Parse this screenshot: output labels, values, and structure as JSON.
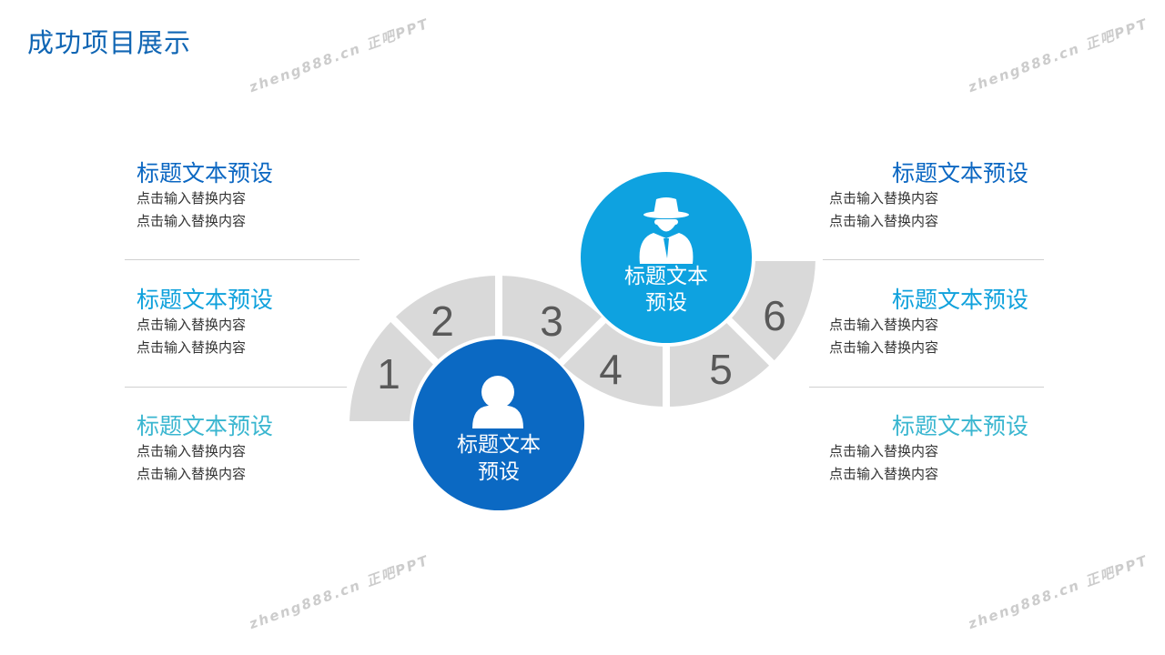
{
  "title": "成功项目展示",
  "colors": {
    "title": "#1066b4",
    "row1": "#0b67c2",
    "row2": "#0fa1dc",
    "row3": "#3ab6d0",
    "circle_lower": "#0b69c3",
    "circle_upper": "#0ea2e0",
    "segment": "#d9d9d9",
    "number": "#595959"
  },
  "left_items": [
    {
      "heading": "标题文本预设",
      "line1": "点击输入替换内容",
      "line2": "点击输入替换内容"
    },
    {
      "heading": "标题文本预设",
      "line1": "点击输入替换内容",
      "line2": "点击输入替换内容"
    },
    {
      "heading": "标题文本预设",
      "line1": "点击输入替换内容",
      "line2": "点击输入替换内容"
    }
  ],
  "right_items": [
    {
      "heading": "标题文本预设",
      "line1": "点击输入替换内容",
      "line2": "点击输入替换内容"
    },
    {
      "heading": "标题文本预设",
      "line1": "点击输入替换内容",
      "line2": "点击输入替换内容"
    },
    {
      "heading": "标题文本预设",
      "line1": "点击输入替换内容",
      "line2": "点击输入替换内容"
    }
  ],
  "segments": [
    "1",
    "2",
    "3",
    "4",
    "5",
    "6"
  ],
  "circle_lower": {
    "icon": "user-icon",
    "line1": "标题文本",
    "line2": "预设"
  },
  "circle_upper": {
    "icon": "spy-icon",
    "line1": "标题文本",
    "line2": "预设"
  },
  "watermark": "zheng888.cn 正吧PPT"
}
